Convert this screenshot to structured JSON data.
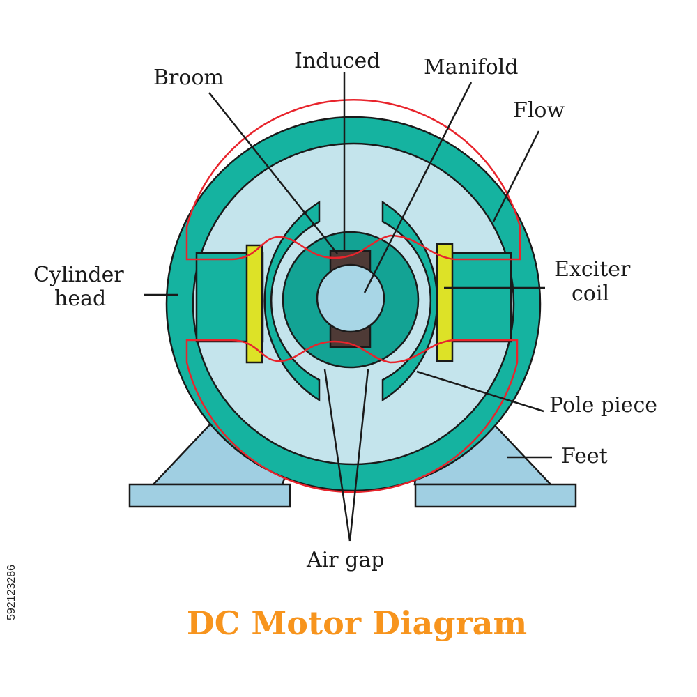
{
  "title": "DC Motor Diagram",
  "stock_id": "592123286",
  "labels": {
    "broom": "Broom",
    "induced": "Induced",
    "manifold": "Manifold",
    "flow": "Flow",
    "cylinder_head_line1": "Cylinder",
    "cylinder_head_line2": "head",
    "exciter_coil_line1": "Exciter",
    "exciter_coil_line2": "coil",
    "pole_piece": "Pole piece",
    "feet": "Feet",
    "air_gap": "Air gap"
  },
  "colors": {
    "yoke": "#15b3a0",
    "inner_fill": "#c4e4ec",
    "armature": "#13a394",
    "shaft": "#a8d6e6",
    "brush": "#4e3a36",
    "coil": "#dde227",
    "flux_line": "#e8242c",
    "feet": "#a0cfe2",
    "title": "#f7941d"
  }
}
